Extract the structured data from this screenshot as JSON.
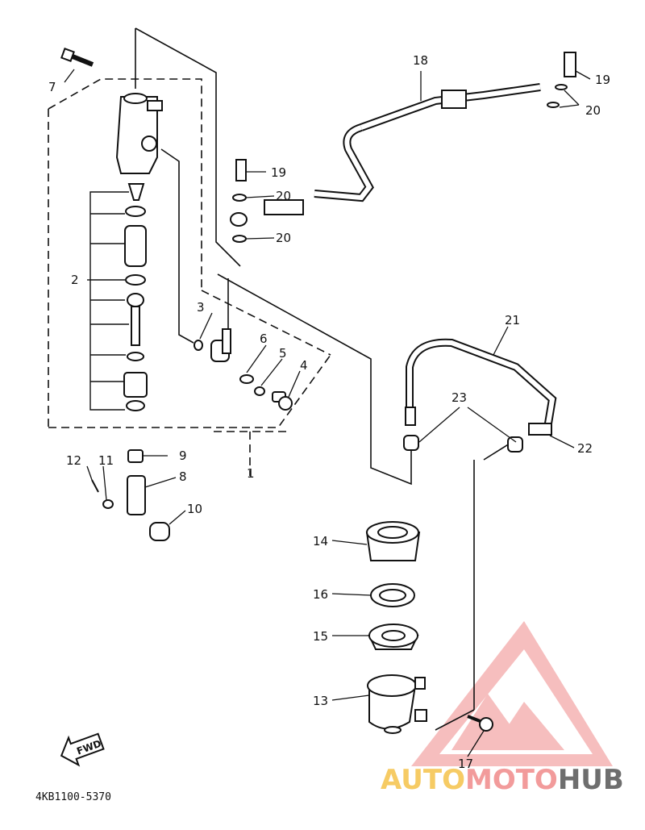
{
  "callouts": {
    "c1": "1",
    "c2": "2",
    "c3": "3",
    "c4": "4",
    "c5": "5",
    "c6": "6",
    "c7": "7",
    "c8": "8",
    "c9": "9",
    "c10": "10",
    "c11": "11",
    "c12": "12",
    "c13": "13",
    "c14": "14",
    "c15": "15",
    "c16": "16",
    "c17": "17",
    "c18": "18",
    "c19a": "19",
    "c19b": "19",
    "c20a": "20",
    "c20b": "20",
    "c20c": "20",
    "c21": "21",
    "c22": "22",
    "c23": "23"
  },
  "fwd_label": "FWD",
  "part_code": "4KB1100-5370",
  "watermark": {
    "text_auto": "AUTO",
    "text_moto": "MOTO",
    "text_hub": "HUB",
    "color_primary": "#f08a8a",
    "color_accent": "#f5c24a",
    "color_hub": "#555555"
  }
}
